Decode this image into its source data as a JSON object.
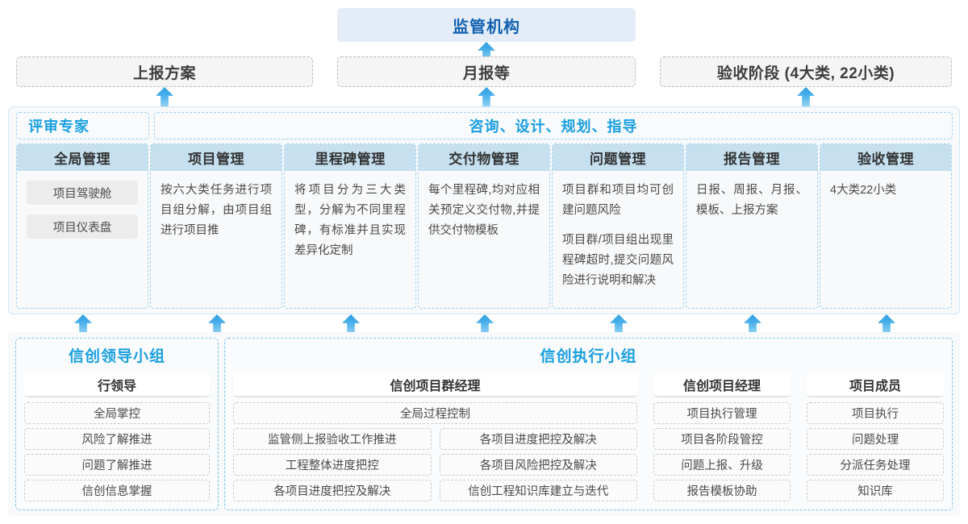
{
  "top": {
    "regulator": "监管机构",
    "boxes": [
      {
        "label": "上报方案"
      },
      {
        "label": "月报等"
      },
      {
        "label": "验收阶段 (4大类, 22小类)"
      }
    ]
  },
  "middle": {
    "role_bands": [
      {
        "label": "评审专家"
      },
      {
        "label": "咨询、设计、规划、指导"
      }
    ],
    "cards": [
      {
        "title": "全局管理",
        "chips": [
          "项目驾驶舱",
          "项目仪表盘"
        ],
        "paragraphs": []
      },
      {
        "title": "项目管理",
        "chips": [],
        "paragraphs": [
          "按六大类任务进行项目组分解，由项目组进行项目推"
        ]
      },
      {
        "title": "里程碑管理",
        "chips": [],
        "paragraphs": [
          "将项目分为三大类型，分解为不同里程碑，有标准并且实现差异化定制"
        ]
      },
      {
        "title": "交付物管理",
        "chips": [],
        "paragraphs": [
          "每个里程碑,均对应相关预定义交付物,并提供交付物模板"
        ]
      },
      {
        "title": "问题管理",
        "chips": [],
        "paragraphs": [
          "项目群和项目均可创建问题风险",
          "项目群/项目组出现里程碑超时,提交问题风险进行说明和解决"
        ]
      },
      {
        "title": "报告管理",
        "chips": [],
        "paragraphs": [
          "日报、周报、月报、模板、上报方案"
        ]
      },
      {
        "title": "验收管理",
        "chips": [],
        "paragraphs": [
          "4大类22小类"
        ]
      }
    ]
  },
  "bottom": {
    "groups": [
      {
        "title": "信创领导小组",
        "columns": [
          {
            "head": "行领导",
            "items": [
              "全局掌控",
              "风险了解推进",
              "问题了解推进",
              "信创信息掌握"
            ]
          }
        ]
      },
      {
        "title": "信创执行小组",
        "columns": [
          {
            "head": "信创项目群经理",
            "full_item": "全局过程控制",
            "left_items": [
              "监管侧上报验收工作推进",
              "工程整体进度把控",
              "各项目进度把控及解决"
            ],
            "right_items": [
              "各项目进度把控及解决",
              "各项目风险把控及解决",
              "信创工程知识库建立与迭代"
            ]
          },
          {
            "head": "信创项目经理",
            "items": [
              "项目执行管理",
              "项目各阶段管控",
              "问题上报、升级",
              "报告模板协助"
            ]
          },
          {
            "head": "项目成员",
            "items": [
              "项目执行",
              "问题处理",
              "分派任务处理",
              "知识库"
            ]
          }
        ]
      }
    ]
  },
  "colors": {
    "accent_blue": "#1a9fe0",
    "title_blue": "#1161b0",
    "card_head": "#c6e0f0",
    "panel_bg": "#f7f9fb",
    "chip_bg": "#ececec"
  },
  "arrows": {
    "to_regulator_count": 1,
    "to_top_row_count": 3,
    "to_bottom_count": 7
  }
}
